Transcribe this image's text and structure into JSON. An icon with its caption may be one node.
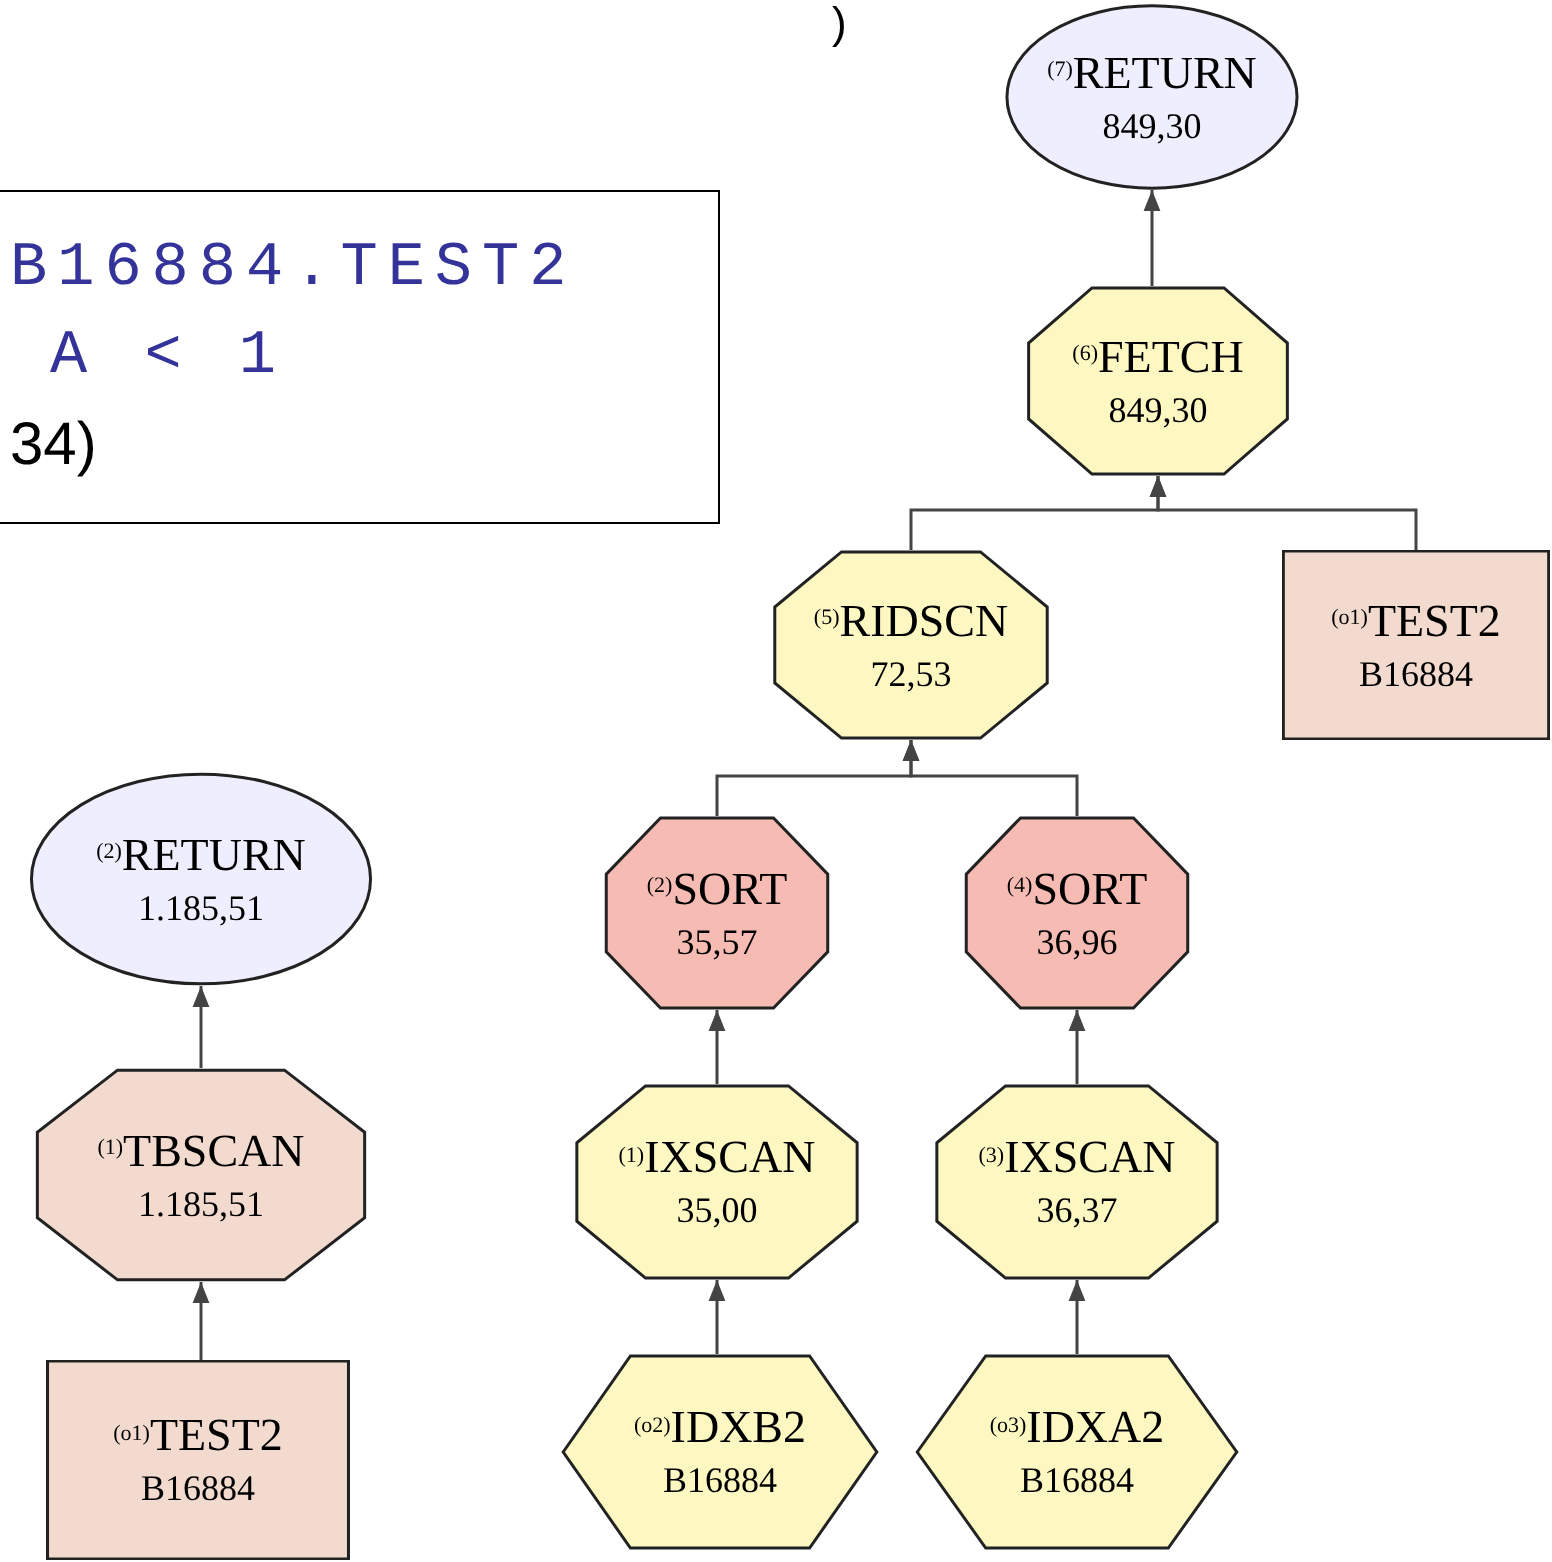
{
  "diagram": {
    "nodes": [
      {
        "text": [
          "B16884.TEST2",
          "A < 1",
          "34)"
        ]
      },
      {
        "text": [
          "$^{(7)}$RETURN",
          "849,30"
        ]
      },
      {
        "text": [
          "$^{(6)}$FETCH",
          "849,30"
        ]
      },
      {
        "text": [
          "$^{(5)}$RIDSCN",
          "72,53"
        ]
      },
      {
        "text": [
          "$^{(o1)}$TEST2",
          "B16884"
        ]
      },
      {
        "text": [
          "$^{(2)}$SORT",
          "35,57"
        ]
      },
      {
        "text": [
          "$^{(4)}$SORT",
          "36,96"
        ]
      },
      {
        "text": [
          "$^{(1)}$IXSCAN",
          "35,00"
        ]
      },
      {
        "text": [
          "$^{(3)}$IXSCAN",
          "36,37"
        ]
      },
      {
        "text": [
          "$^{(o2)}$IDXB2",
          "B16884"
        ]
      },
      {
        "text": [
          "$^{(o3)}$IDXA2",
          "B16884"
        ]
      },
      {
        "text": [
          "$^{(2)}$RETURN",
          "1.185,51"
        ]
      },
      {
        "text": [
          "$^{(1)}$TBSCAN",
          "1.185,51"
        ]
      },
      {
        "text": [
          "$^{(o1)}$TEST2",
          "B16884"
        ]
      }
    ],
    "edges": [
      {
        "from": 2,
        "to": 1,
        "arrow": "to"
      },
      {
        "from": 3,
        "to": 2,
        "arrow": "to"
      },
      {
        "from": 4,
        "to": 2,
        "arrow": "to"
      },
      {
        "from": 5,
        "to": 3,
        "arrow": "to"
      },
      {
        "from": 6,
        "to": 3,
        "arrow": "to"
      },
      {
        "from": 7,
        "to": 5,
        "arrow": "to"
      },
      {
        "from": 8,
        "to": 6,
        "arrow": "to"
      },
      {
        "from": 9,
        "to": 7,
        "arrow": "to"
      },
      {
        "from": 10,
        "to": 8,
        "arrow": "to"
      },
      {
        "from": 12,
        "to": 11,
        "arrow": "to"
      },
      {
        "from": 13,
        "to": 12,
        "arrow": "to"
      }
    ],
    "labels": [
      ")"
    ]
  }
}
